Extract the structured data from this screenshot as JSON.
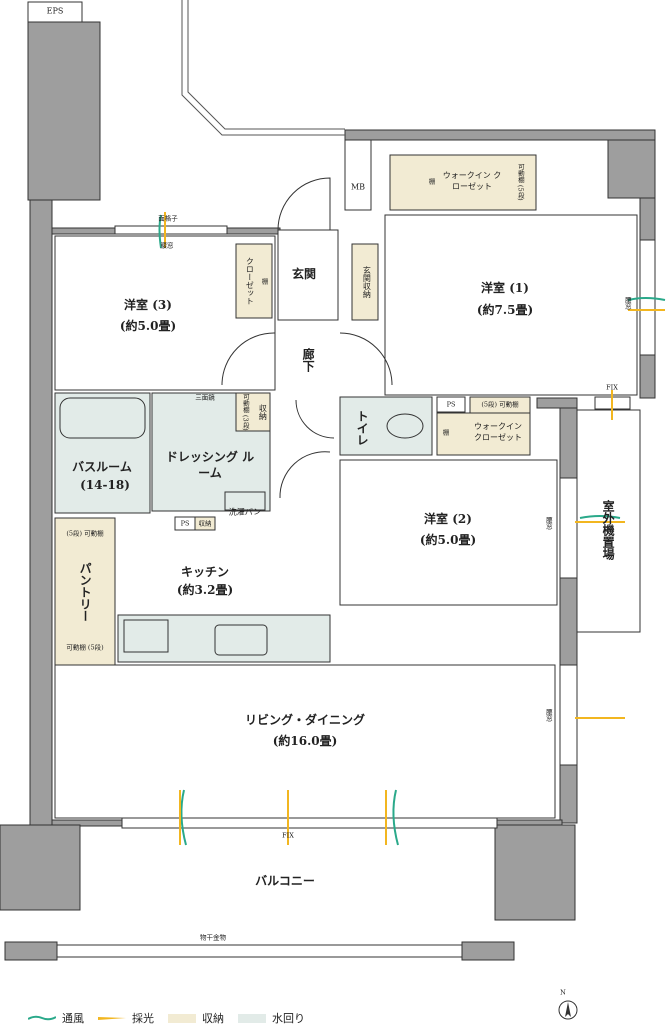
{
  "colors": {
    "wall": "#9e9e9e",
    "storage": "#f2ebd3",
    "water": "#e2ebe8",
    "ventilation": "#2aa98a",
    "daylight": "#f2b620"
  },
  "labels": {
    "eps": "EPS",
    "mb": "MB",
    "room3": {
      "name": "洋室 (3)",
      "size": "(約5.0畳)"
    },
    "room1": {
      "name": "洋室 (1)",
      "size": "(約7.5畳)"
    },
    "room2": {
      "name": "洋室 (2)",
      "size": "(約5.0畳)"
    },
    "entrance": "玄関",
    "entrance_storage": "玄関収納",
    "hallway": "廊下",
    "closet": "クローゼット",
    "shelf": "棚",
    "wic": "ウォークイン クローゼット",
    "movable_shelf_5": "可動棚 (5段)",
    "movable_shelf_5_b": "(5段) 可動棚",
    "storage": "収納",
    "storage_small": "可動棚 (3段)",
    "bathroom": {
      "name": "バスルーム",
      "size": "(14-18)"
    },
    "dressing": "ドレッシング ルーム",
    "step": "三面鏡",
    "ps": "PS",
    "washer": "洗濯パン",
    "toilet": "トイレ",
    "pantry": "パントリー",
    "kitchen": {
      "name": "キッチン",
      "size": "(約3.2畳)"
    },
    "living": {
      "name": "リビング・ダイニング",
      "size": "(約16.0畳)"
    },
    "outdoor_unit": "室外機置場",
    "balcony": "バルコニー",
    "laundry_hardware": "物干金物",
    "fix": "FIX",
    "fix2": "FIX",
    "lattice": "面格子",
    "window": "腰窓",
    "window2": "腰窓",
    "window3": "腰窓",
    "window4": "腰窓",
    "north": "N"
  },
  "legend": [
    {
      "label": "通風",
      "icon": "wave-icon"
    },
    {
      "label": "採光",
      "icon": "light-ray-icon"
    },
    {
      "label": "収納",
      "icon": "storage-swatch"
    },
    {
      "label": "水回り",
      "icon": "water-swatch"
    }
  ]
}
